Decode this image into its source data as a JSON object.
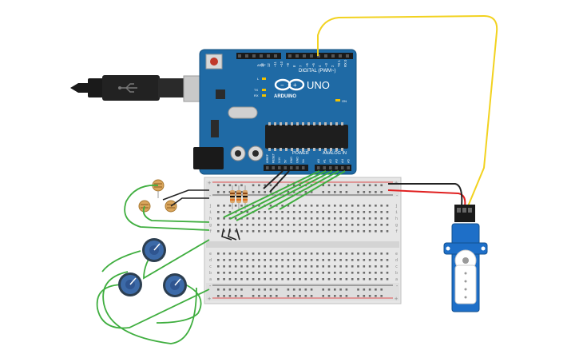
{
  "board": {
    "brand": "ARDUINO",
    "model": "UNO",
    "digital_label": "DIGITAL (PWM~)",
    "power_label": "POWER",
    "analog_label": "ANALOG IN",
    "on_label": "ON",
    "tx_label": "TX",
    "rx_label": "RX",
    "l_label": "L",
    "aref_label": "AREF",
    "gnd_label": "GND",
    "digital_pins": [
      "13",
      "12",
      "~11",
      "~10",
      "~9",
      "8",
      "7",
      "~6",
      "~5",
      "4",
      "~3",
      "2",
      "TX 1",
      "RX 0"
    ],
    "power_pins": [
      "IOREF",
      "RESET",
      "3.3V",
      "5V",
      "GND",
      "GND",
      "Vin"
    ],
    "analog_pins": [
      "A0",
      "A1",
      "A2",
      "A3",
      "A4",
      "A5"
    ]
  },
  "breadboard": {
    "row_letters_top": [
      "j",
      "i",
      "h",
      "g",
      "f"
    ],
    "row_letters_bottom": [
      "e",
      "d",
      "c",
      "b",
      "a"
    ],
    "rail_plus": "+",
    "rail_minus": "-",
    "column_count": 30
  },
  "wire_colors": {
    "signal_yellow": "#f2d21f",
    "power_red": "#e02020",
    "ground_black": "#222222",
    "analog_green": "#3fae3f"
  },
  "components": {
    "servo_color": "#1e6fc8",
    "pot_color": "#3c6aa8",
    "board_color": "#1f6aa5",
    "usb_cable_icon": "usb-b-plug-icon"
  }
}
